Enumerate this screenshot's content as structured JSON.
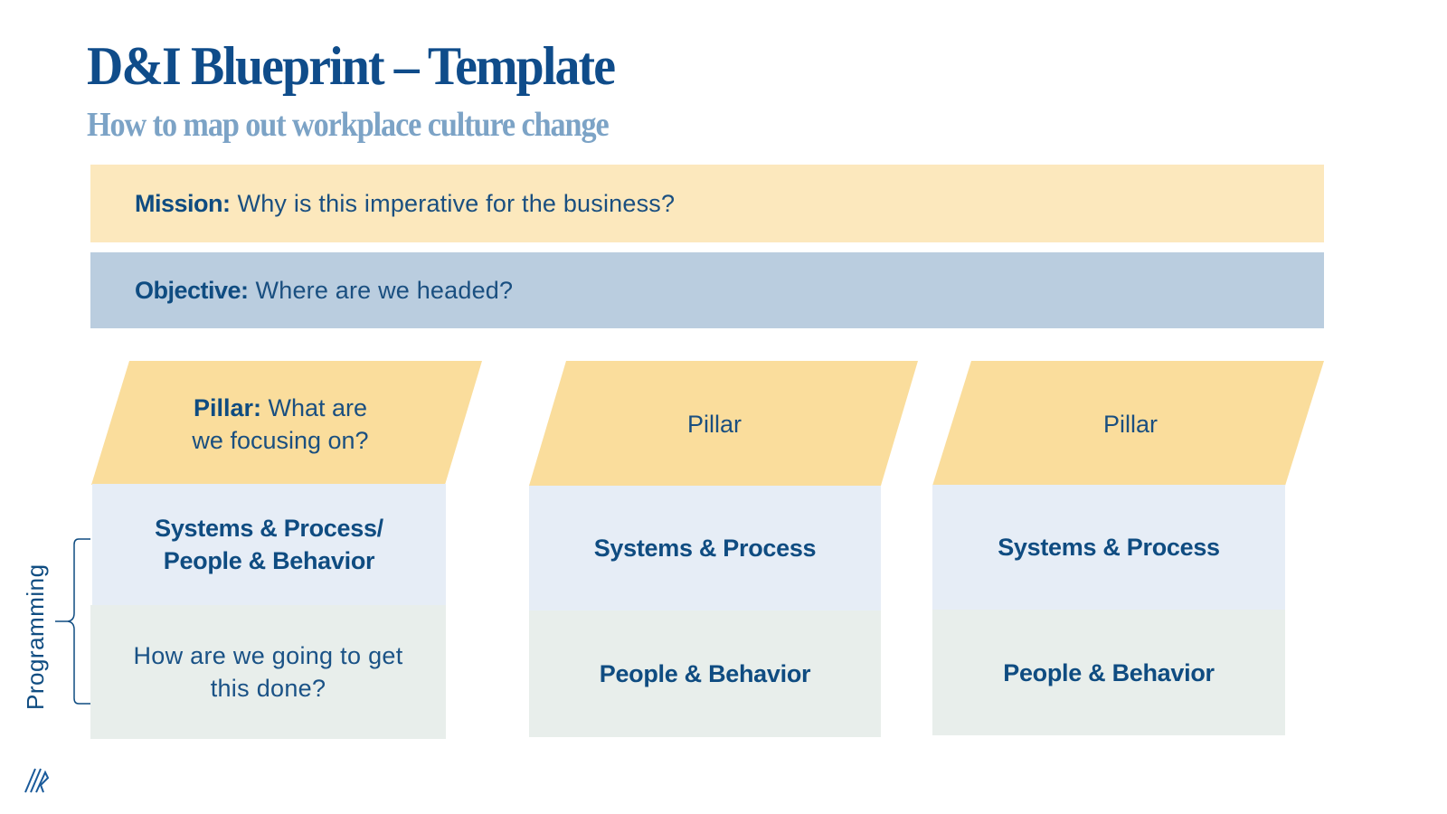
{
  "header": {
    "title": "D&I Blueprint – Template",
    "subtitle": "How to map out workplace culture change"
  },
  "banners": {
    "mission": {
      "label": "Mission:",
      "text": "Why is this imperative for the business?"
    },
    "objective": {
      "label": "Objective:",
      "text": "Where are we headed?"
    }
  },
  "pillars": [
    {
      "label": "Pillar:",
      "text_line1": "What are",
      "text_line2": "we focusing on?",
      "upper_line1": "Systems & Process/",
      "upper_line2": "People & Behavior",
      "lower_line1": "How are we going to get",
      "lower_line2": "this done?"
    },
    {
      "label": "Pillar",
      "upper": "Systems & Process",
      "lower": "People & Behavior"
    },
    {
      "label": "Pillar",
      "upper": "Systems & Process",
      "lower": "People & Behavior"
    }
  ],
  "side": {
    "programming_label": "Programming"
  },
  "colors": {
    "title": "#0f4c8a",
    "subtitle": "#7ca3c6",
    "mission_bg": "#fce8bd",
    "objective_bg": "#bacddf",
    "pillar_bg": "#fadd9c",
    "upper_bg": "#e6edf6",
    "lower_bg": "#e8eeeb",
    "text": "#0f4c81"
  }
}
